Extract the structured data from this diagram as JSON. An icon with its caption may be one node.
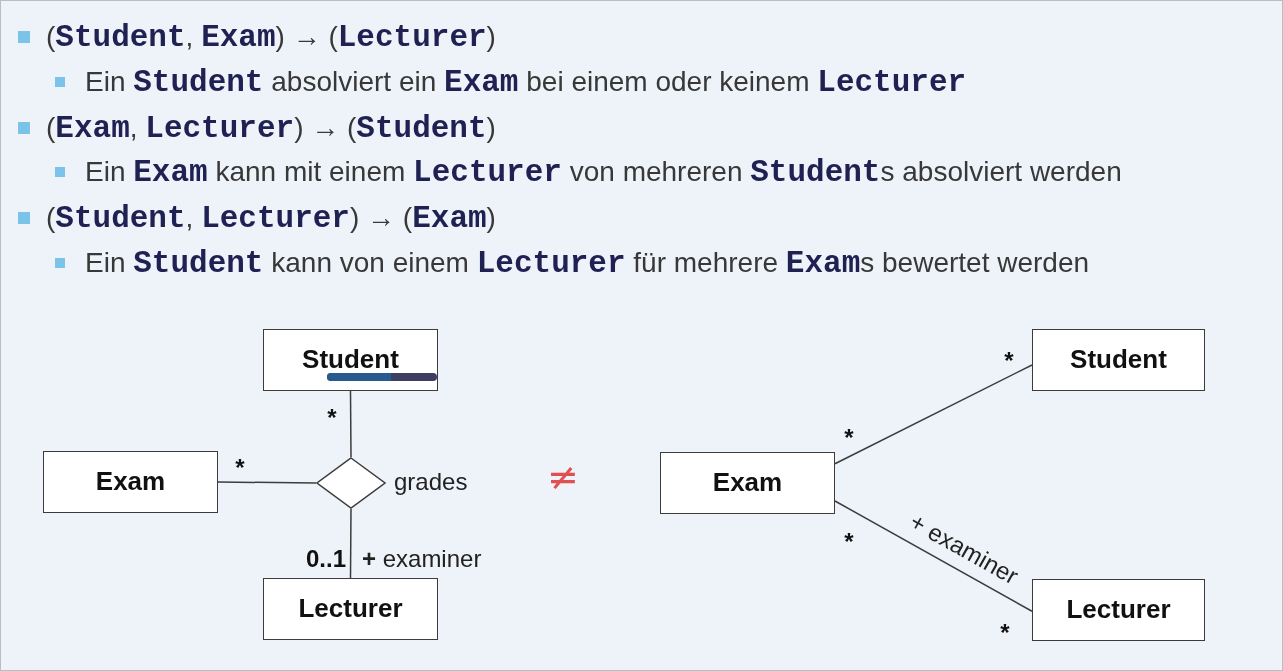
{
  "diagram": {
    "nodes": [
      {
        "text": [
          "Student"
        ]
      },
      {
        "text": [
          "Exam"
        ]
      },
      {
        "text": [],
        "shape": "diamond",
        "beside": [
          "grades"
        ]
      },
      {
        "text": [
          "Lecturer"
        ]
      },
      {
        "text": [
          "Student"
        ]
      },
      {
        "text": [
          "Exam"
        ]
      },
      {
        "text": [
          "Lecturer"
        ]
      }
    ],
    "edges": [
      {
        "from": 0,
        "to": 2,
        "arrow": "none"
      },
      {
        "from": 1,
        "to": 2,
        "arrow": "none"
      },
      {
        "from": 2,
        "to": 3,
        "arrow": "none",
        "label": "**+** examiner"
      },
      {
        "from": 5,
        "to": 4,
        "arrow": "none"
      },
      {
        "from": 5,
        "to": 6,
        "arrow": "none",
        "label": "+ examiner"
      }
    ],
    "labels": [
      "(**Student**, **Exam**) → (**Lecturer**)",
      "Ein **Student** absolviert ein **Exam** bei einem oder keinem **Lecturer**",
      "(**Exam**, **Lecturer**) → (**Student**)",
      "Ein **Exam** kann mit einem **Lecturer** von mehreren **Student**s absolviert werden",
      "(**Student**, **Lecturer**) → (**Exam**)",
      "Ein **Student** kann von einem **Lecturer** für mehrere **Exam**s bewertet werden",
      "*",
      "*",
      "0..1",
      "≠",
      "*",
      "*",
      "*",
      "*"
    ]
  }
}
